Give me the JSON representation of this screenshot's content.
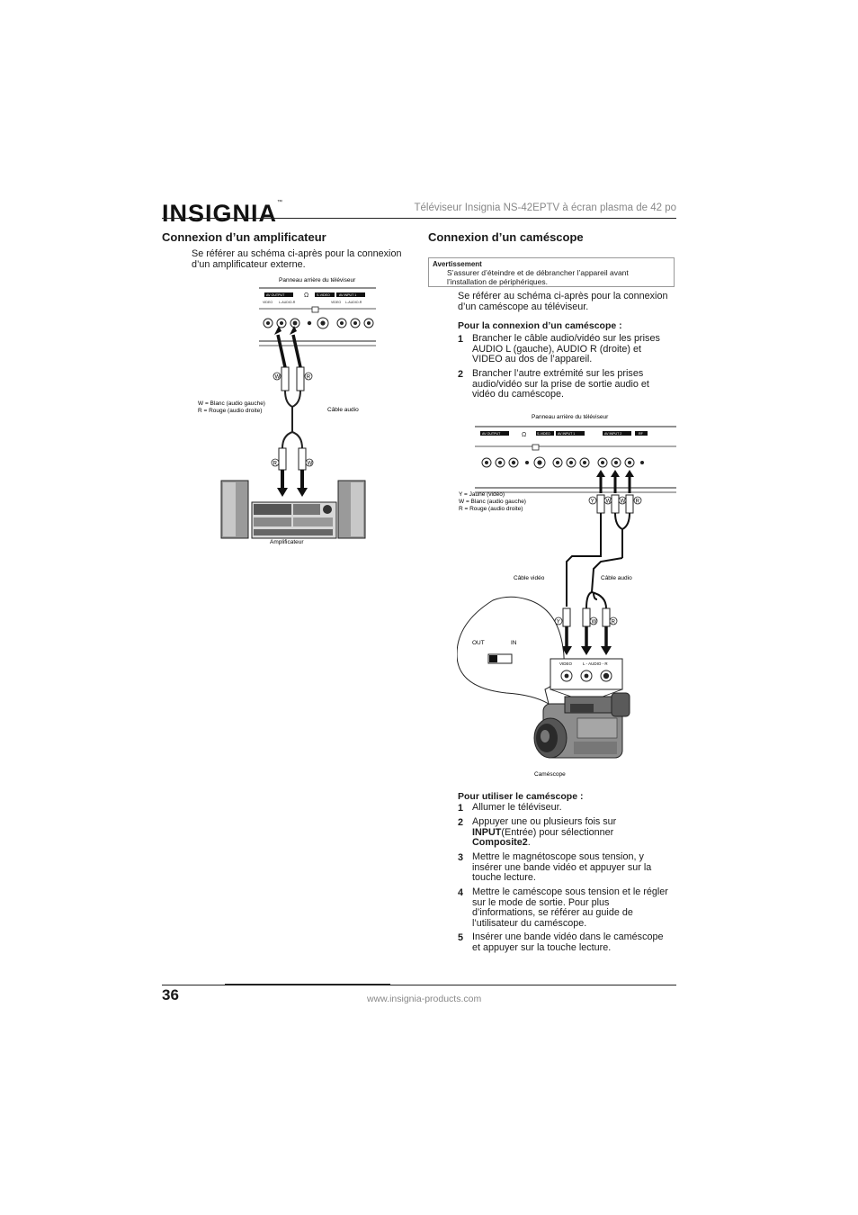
{
  "header": {
    "logo": "INSIGNIA",
    "logo_tm": "™",
    "title": "Téléviseur Insignia NS-42EPTV à écran plasma de 42 po"
  },
  "left": {
    "title": "Connexion d’un amplificateur",
    "intro_line1": "Se référer au schéma ci-après pour la connexion",
    "intro_line2": "d’un amplificateur externe.",
    "diagram": {
      "panel_label": "Panneau arrière du téléviseur",
      "legend_w": "W = Blanc (audio gauche)",
      "legend_r": "R = Rouge (audio droite)",
      "cable_label": "Câble audio",
      "device_label": "Amplificateur",
      "plug_w": "W",
      "plug_r": "R",
      "jack_av_output": "AV OUTPUT",
      "jack_svideo": "S-VIDEO",
      "jack_av_input": "AV INPUT 1",
      "jack_video": "VIDEO",
      "jack_audio_lr": "L-AUDIO-R"
    }
  },
  "right": {
    "title": "Connexion d’un caméscope",
    "warning_title": "Avertissement",
    "warning_line1": "S’assurer d’éteindre et de débrancher l’appareil avant",
    "warning_line2": "l’installation de périphériques.",
    "intro_line1": "Se référer au schéma ci-après pour la connexion",
    "intro_line2": "d’un caméscope au téléviseur.",
    "connect_heading": "Pour la connexion d’un caméscope :",
    "connect_steps": [
      {
        "num": "1",
        "lines": [
          "Brancher le câble audio/vidéo sur les prises",
          "AUDIO L (gauche), AUDIO R (droite) et",
          "VIDEO au dos de l’appareil."
        ]
      },
      {
        "num": "2",
        "lines": [
          "Brancher l’autre extrémité sur les prises",
          "audio/vidéo sur la prise de sortie audio et",
          "vidéo du caméscope."
        ]
      }
    ],
    "diagram": {
      "panel_label": "Panneau arrière du téléviseur",
      "legend_y": "Y = Jaune (vidéo)",
      "legend_w": "W = Blanc (audio gauche)",
      "legend_r": "R = Rouge (audio droite)",
      "video_cable": "Câble vidéo",
      "audio_cable": "Câble audio",
      "switch_out": "OUT",
      "switch_in": "IN",
      "cam_jack_video": "VIDEO",
      "cam_jack_audio": "L - AUDIO - R",
      "device_label": "Caméscope",
      "plug_y": "Y",
      "plug_w": "W",
      "plug_r": "R",
      "jack_av_output": "AV OUTPUT",
      "jack_svideo": "S-VIDEO",
      "jack_av_input1": "AV INPUT 1",
      "jack_av_input2": "AV INPUT 2",
      "jack_rf": "RF"
    },
    "use_heading": "Pour utiliser le caméscope :",
    "use_step1_num": "1",
    "use_step1": "Allumer le téléviseur.",
    "use_step2_num": "2",
    "use_step2_a": "Appuyer une ou plusieurs fois sur",
    "use_step2_input": "INPUT",
    "use_step2_b": "(Entrée) pour sélectionner",
    "use_step2_comp": "Composite2",
    "use_step2_dot": ".",
    "use_steps_rest": [
      {
        "num": "3",
        "lines": [
          "Mettre le magnétoscope sous tension, y",
          "insérer une bande vidéo et appuyer sur la",
          "touche lecture."
        ]
      },
      {
        "num": "4",
        "lines": [
          "Mettre le caméscope sous tension et le régler",
          "sur le mode de sortie. Pour plus",
          "d’informations, se référer au guide de",
          "l’utilisateur du caméscope."
        ]
      },
      {
        "num": "5",
        "lines": [
          "Insérer une bande vidéo dans le caméscope",
          "et appuyer sur la touche lecture."
        ]
      }
    ]
  },
  "footer": {
    "page_number": "36",
    "url": "www.insignia-products.com"
  }
}
